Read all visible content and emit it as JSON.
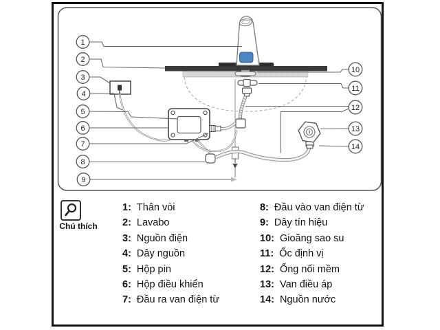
{
  "legend": {
    "caption": "Chú thích",
    "left": [
      {
        "num": "1:",
        "label": "Thân vòi"
      },
      {
        "num": "2:",
        "label": "Lavabo"
      },
      {
        "num": "3:",
        "label": "Nguồn điện"
      },
      {
        "num": "4:",
        "label": "Dây nguồn"
      },
      {
        "num": "5:",
        "label": "Hộp pin"
      },
      {
        "num": "6:",
        "label": "Hộp điều khiển"
      },
      {
        "num": "7:",
        "label": "Đầu ra van điện từ"
      }
    ],
    "right": [
      {
        "num": "8:",
        "label": "Đầu vào van điện từ"
      },
      {
        "num": "9:",
        "label": "Dây tín hiệu"
      },
      {
        "num": "10:",
        "label": "Gioăng sao su"
      },
      {
        "num": "11:",
        "label": "Ốc định vị"
      },
      {
        "num": "12:",
        "label": "Ống nối mềm"
      },
      {
        "num": "13:",
        "label": "Van điều áp"
      },
      {
        "num": "14:",
        "label": "Nguồn nước"
      }
    ]
  },
  "callouts": [
    "1",
    "2",
    "3",
    "4",
    "5",
    "6",
    "7",
    "8",
    "9",
    "10",
    "11",
    "12",
    "13",
    "14"
  ],
  "colors": {
    "sensor_blue": "#4c86c4",
    "counter_dark": "#3b3b3b",
    "sink_gray": "#d9d9d9",
    "line_gray": "#666666"
  }
}
